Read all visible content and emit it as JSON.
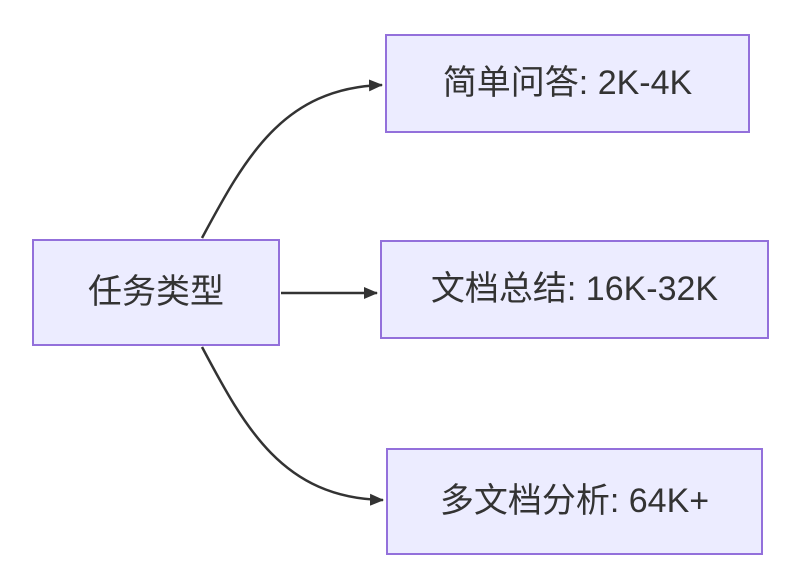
{
  "diagram": {
    "type": "flowchart",
    "direction": "left-to-right",
    "root": {
      "id": "task-type",
      "label": "任务类型"
    },
    "branches": [
      {
        "id": "simple-qa",
        "label": "简单问答: 2K-4K"
      },
      {
        "id": "doc-summary",
        "label": "文档总结: 16K-32K"
      },
      {
        "id": "multi-doc",
        "label": "多文档分析: 64K+"
      }
    ],
    "edges": [
      {
        "from": "task-type",
        "to": "simple-qa"
      },
      {
        "from": "task-type",
        "to": "doc-summary"
      },
      {
        "from": "task-type",
        "to": "multi-doc"
      }
    ],
    "colors": {
      "node_fill": "#ECECFF",
      "node_border": "#9370DB",
      "edge": "#333333",
      "text": "#333333",
      "background": "#FFFFFF"
    }
  }
}
